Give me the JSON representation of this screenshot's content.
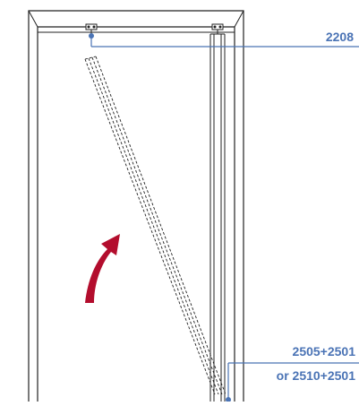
{
  "labels": {
    "top_hinge": "2208",
    "bottom_line1": "2505+2501",
    "bottom_line2": "or 2510+2501"
  },
  "colors": {
    "callout": "#4a73b5",
    "arrow": "#b30d2d",
    "frame": "#222222"
  },
  "icons": {
    "rotation": "curved-arrow-icon"
  }
}
